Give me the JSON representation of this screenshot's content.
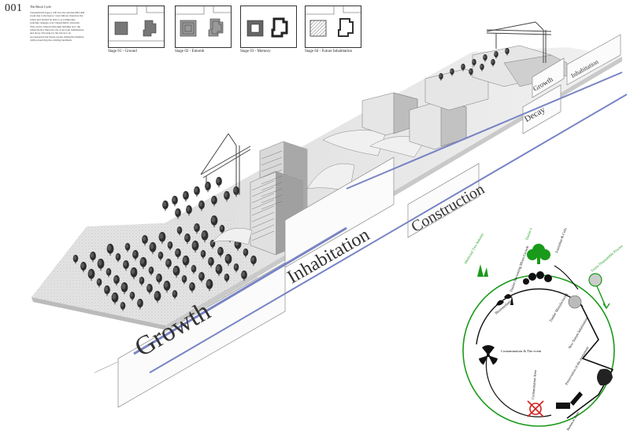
{
  "sheet": {
    "number": "001",
    "title": "The Block Cycle",
    "description": "Chesterfield's legacy will live the unwind DELAM event due to the heavy crawl fallout, therefore the urban grid should be able to accommodate probable changes over Chesterfield's footprint. This can be achieved through building in to the urban block's lifecycle one of growth, inhabitation and decay allowing for the block to be reconstructed but future events within the timeline while preserving the existing landmark."
  },
  "stages": [
    {
      "label": "Stage 01 - Ground"
    },
    {
      "label": "Stage 02 - Entomb"
    },
    {
      "label": "Stage 03 - Memory"
    },
    {
      "label": "Stage 04 - Future Inhabitation"
    }
  ],
  "timeline": {
    "labels": [
      "Growth",
      "Inhabitation",
      "Construction",
      "Decay",
      "Growth",
      "Inhabitation"
    ]
  },
  "cycle": {
    "labels": [
      "Medicinal Tree Industry",
      "Timber Forest Industry",
      "Formalise & Colonisation",
      "Forest Disassemble Process",
      "Timber Harvesting Mixes Growth",
      "Bioremediation",
      "Timber Manufacturing",
      "New Datum Inhabitation",
      "Contamination & The event",
      "Contamination Area",
      "Preservation of the monument",
      "Removal Zone"
    ],
    "colors": {
      "green": "#1a9a1a",
      "black": "#111111",
      "hazard": "#d42020"
    }
  }
}
